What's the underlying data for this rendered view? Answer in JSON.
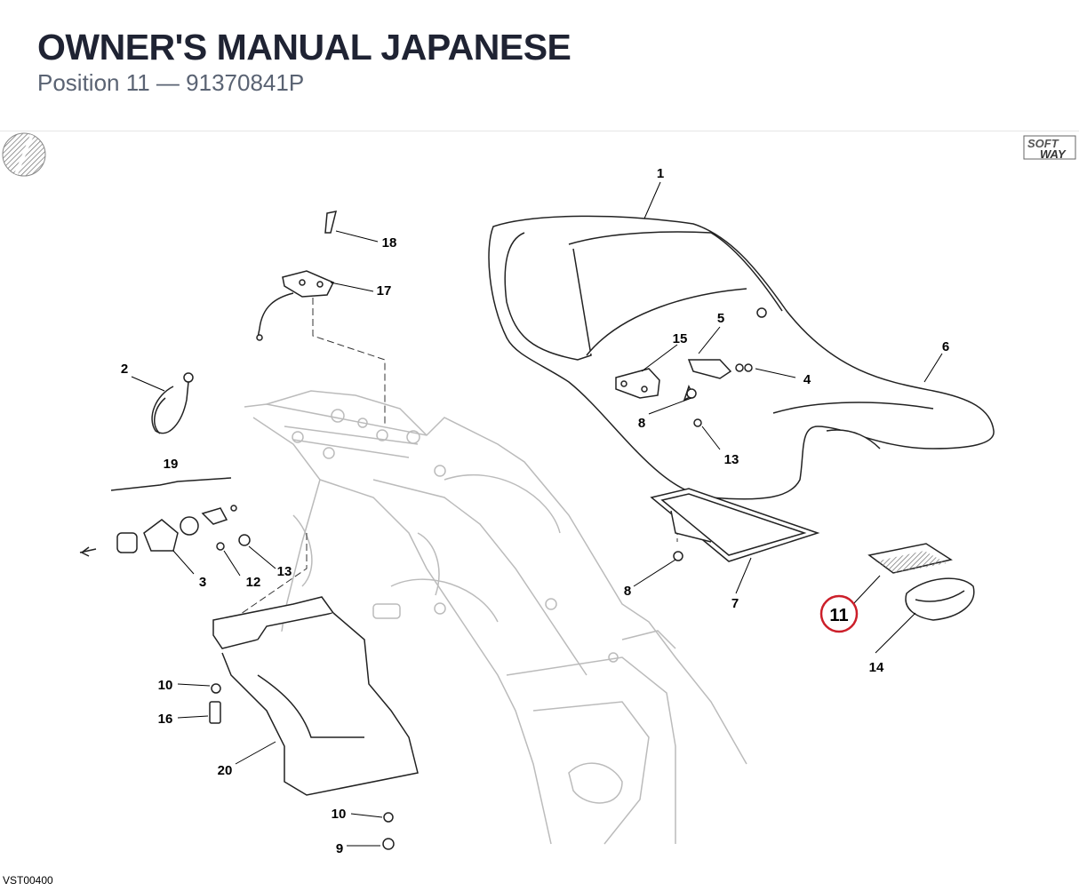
{
  "header": {
    "title": "OWNER'S MANUAL JAPANESE",
    "subtitle": "Position 11 — 91370841P"
  },
  "diagram": {
    "logo_text_top": "SOFT",
    "logo_text_bottom": "WAY",
    "callouts": [
      {
        "label": "1"
      },
      {
        "label": "18"
      },
      {
        "label": "17"
      },
      {
        "label": "2"
      },
      {
        "label": "15"
      },
      {
        "label": "5"
      },
      {
        "label": "6"
      },
      {
        "label": "4"
      },
      {
        "label": "8"
      },
      {
        "label": "13"
      },
      {
        "label": "19"
      },
      {
        "label": "3"
      },
      {
        "label": "12"
      },
      {
        "label": "13"
      },
      {
        "label": "8"
      },
      {
        "label": "7"
      },
      {
        "label": "11",
        "highlighted": true
      },
      {
        "label": "14"
      },
      {
        "label": "10"
      },
      {
        "label": "16"
      },
      {
        "label": "20"
      },
      {
        "label": "10"
      },
      {
        "label": "9"
      }
    ],
    "highlight_color": "#cc1f2a"
  },
  "footer": {
    "code": "VST00400"
  }
}
